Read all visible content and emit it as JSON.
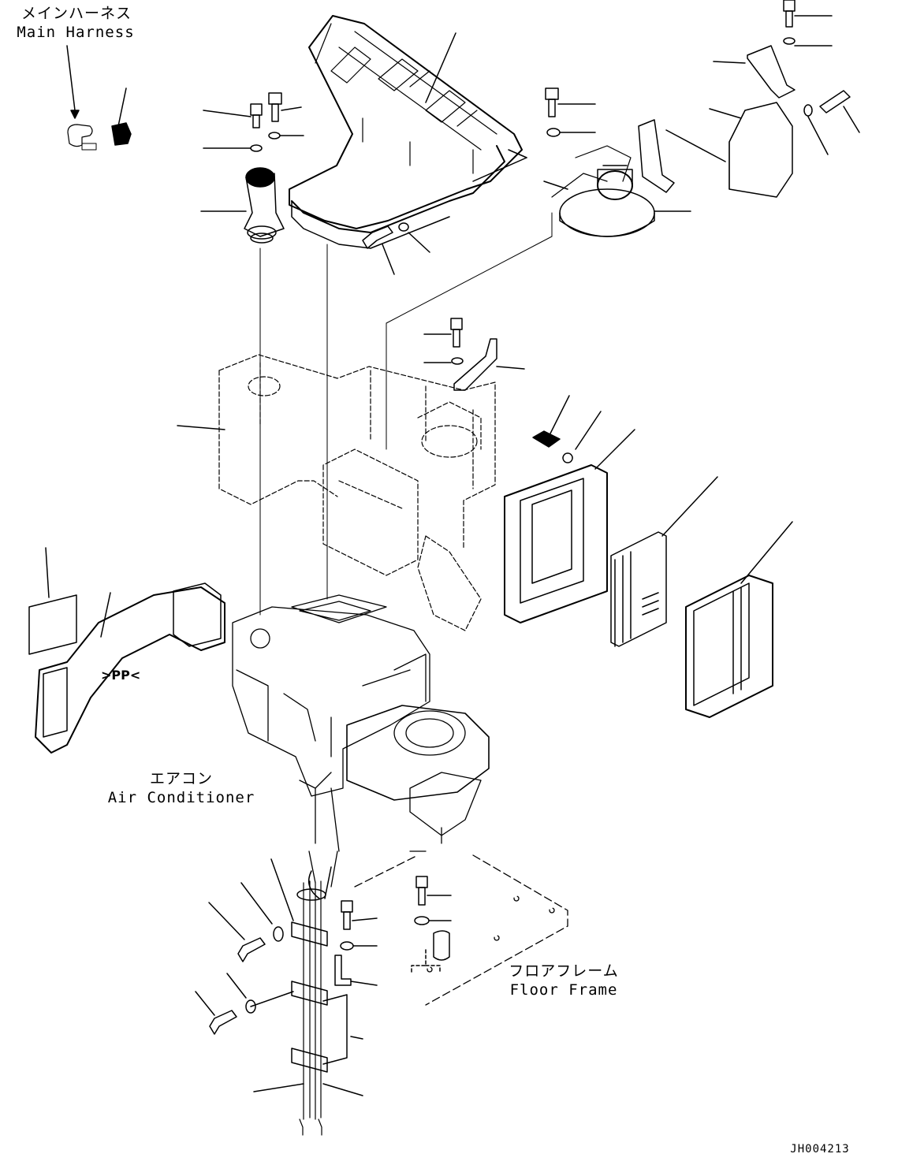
{
  "labels": {
    "main_harness_jp": "メインハーネス",
    "main_harness_en": "Main Harness",
    "air_conditioner_jp": "エアコン",
    "air_conditioner_en": "Air Conditioner",
    "floor_frame_jp": "フロアフレーム",
    "floor_frame_en": "Floor Frame",
    "drawing_code": "JH004213"
  },
  "colors": {
    "ink": "#000000",
    "paper": "#ffffff"
  },
  "icons": [
    "bolt-icon",
    "washer-icon",
    "duct-icon",
    "blower-motor-icon",
    "filter-icon",
    "harness-connector-icon",
    "bracket-icon",
    "clamp-icon",
    "hose-icon"
  ]
}
